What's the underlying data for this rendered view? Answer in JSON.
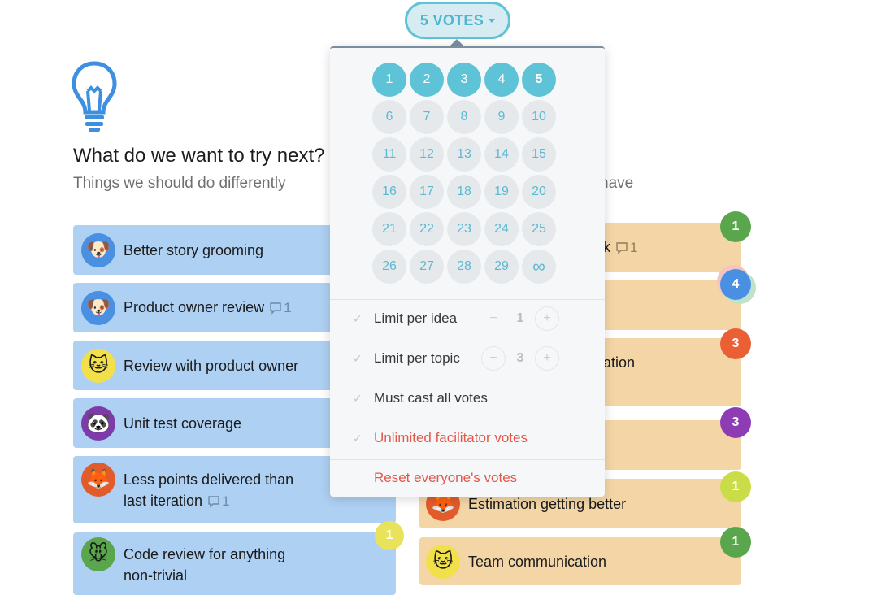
{
  "column_left": {
    "title": "What do we want to try next?",
    "subtitle": "Things we should do differently"
  },
  "column_right": {
    "subtitle_fragment": "have"
  },
  "blue_cards": [
    {
      "text": "Better story grooming",
      "avatar": "dog-avatar",
      "comments": ""
    },
    {
      "text": "Product owner review",
      "avatar": "dog-avatar",
      "comments": "1"
    },
    {
      "text": "Review with product owner",
      "avatar": "cat-avatar",
      "comments": ""
    },
    {
      "text": "Unit test coverage",
      "avatar": "panda-avatar",
      "comments": ""
    },
    {
      "text_line1": "Less points delivered than",
      "text_line2": "last iteration",
      "avatar": "fox-avatar",
      "comments": "1"
    },
    {
      "text_line1": "Code review for anything",
      "text_line2": "non-trivial",
      "avatar": "mouse-avatar",
      "comments": ""
    }
  ],
  "orange_cards": [
    {
      "text_fragment": "k",
      "comments": "1"
    },
    {
      "text_fragment": ""
    },
    {
      "text_fragment": "ation"
    },
    {
      "text_fragment": ""
    },
    {
      "text": "Estimation getting better",
      "avatar": "fox-avatar"
    },
    {
      "text": "Team communication",
      "avatar": "cat-avatar"
    }
  ],
  "vote_badges": [
    {
      "value": "1",
      "color": "#5aa64c"
    },
    {
      "value": "4",
      "color": "#4a90e2"
    },
    {
      "value": "3",
      "color": "#eb5f34"
    },
    {
      "value": "3",
      "color": "#8e3cb3"
    },
    {
      "value": "1",
      "color": "#cbdc49"
    },
    {
      "value": "1",
      "color": "#5aa64c"
    },
    {
      "value": "1",
      "color": "#e8e35a"
    }
  ],
  "votes_button": {
    "label": "5 VOTES"
  },
  "vote_picker": {
    "numbers": [
      "1",
      "2",
      "3",
      "4",
      "5",
      "6",
      "7",
      "8",
      "9",
      "10",
      "11",
      "12",
      "13",
      "14",
      "15",
      "16",
      "17",
      "18",
      "19",
      "20",
      "21",
      "22",
      "23",
      "24",
      "25",
      "26",
      "27",
      "28",
      "29",
      "∞"
    ],
    "selected": 5
  },
  "options": {
    "limit_per_idea": {
      "label": "Limit per idea",
      "value": "1",
      "minus": "−",
      "plus": "+"
    },
    "limit_per_topic": {
      "label": "Limit per topic",
      "value": "3",
      "minus": "−",
      "plus": "+"
    },
    "must_cast": {
      "label": "Must cast all votes"
    },
    "unlimited_facilitator": {
      "label": "Unlimited facilitator votes"
    },
    "reset": {
      "label": "Reset everyone's votes"
    },
    "check_glyph": "✓"
  },
  "colors": {
    "accent": "#5ec3d7",
    "danger": "#e3584b",
    "blue_card": "#aed0f3",
    "orange_card": "#f4d6a6"
  }
}
